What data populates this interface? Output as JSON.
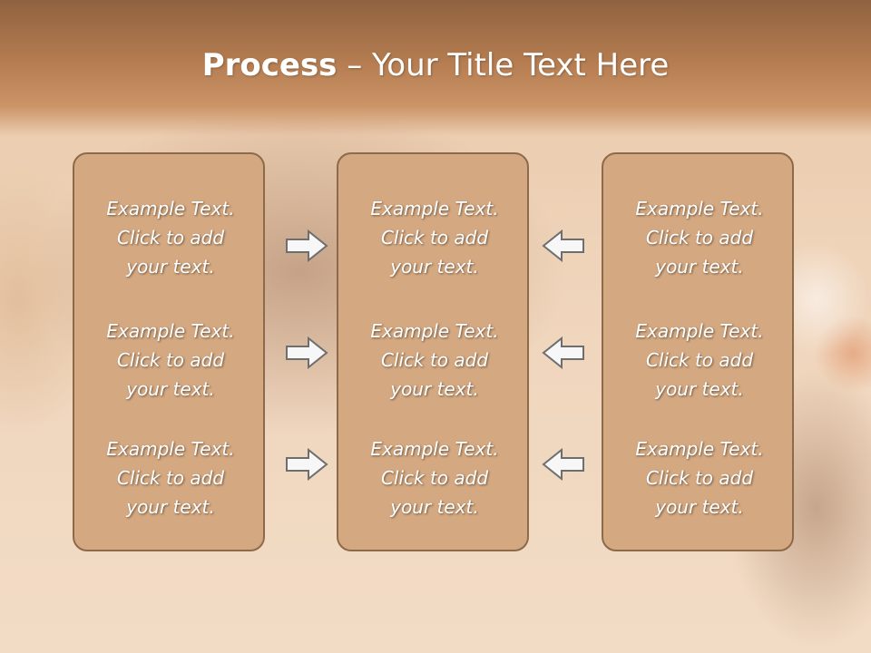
{
  "slide": {
    "title_bold": "Process",
    "title_rest": " – Your Title Text Here"
  },
  "columns": [
    {
      "items": [
        {
          "line1": "Example Text.",
          "line2": "Click  to add",
          "line3": "your text."
        },
        {
          "line1": "Example Text.",
          "line2": "Click  to add",
          "line3": "your text."
        },
        {
          "line1": "Example Text.",
          "line2": "Click  to add",
          "line3": "your text."
        }
      ]
    },
    {
      "items": [
        {
          "line1": "Example Text.",
          "line2": "Click  to add",
          "line3": "your text."
        },
        {
          "line1": "Example Text.",
          "line2": "Click  to add",
          "line3": "your text."
        },
        {
          "line1": "Example Text.",
          "line2": "Click  to add",
          "line3": "your text."
        }
      ]
    },
    {
      "items": [
        {
          "line1": "Example Text.",
          "line2": "Click  to add",
          "line3": "your text."
        },
        {
          "line1": "Example Text.",
          "line2": "Click  to add",
          "line3": "your text."
        },
        {
          "line1": "Example Text.",
          "line2": "Click  to add",
          "line3": "your text."
        }
      ]
    }
  ],
  "arrows": {
    "left_pair": "arrow-right-icon",
    "right_pair": "arrow-left-icon"
  },
  "colors": {
    "box_fill": "#d4a880",
    "box_border": "#8d6a4a",
    "title_band": "#b47c50",
    "arrow_fill": "#f7f7f7",
    "arrow_stroke": "#6e6e6e"
  }
}
